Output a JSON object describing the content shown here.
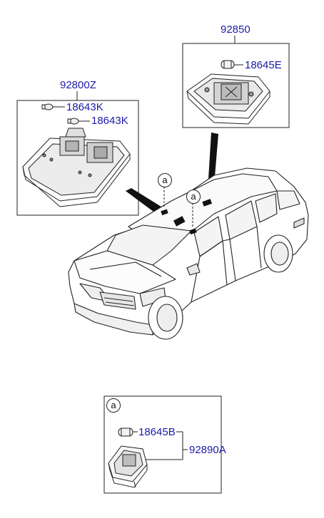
{
  "callouts": {
    "part_92850": "92850",
    "part_18645E": "18645E",
    "part_92800Z": "92800Z",
    "part_18643K_a": "18643K",
    "part_18643K_b": "18643K",
    "part_18645B": "18645B",
    "part_92890A": "92890A"
  },
  "markers": {
    "a1": "a",
    "a2": "a",
    "detail": "a"
  },
  "colors": {
    "label": "#1a1aa8",
    "line": "#222222"
  }
}
